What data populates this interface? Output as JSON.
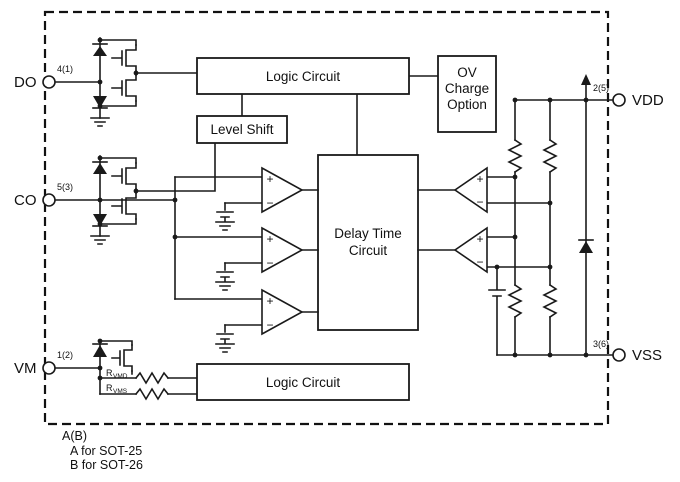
{
  "diagram": {
    "pins": {
      "do": {
        "label": "DO",
        "number": "4(1)"
      },
      "co": {
        "label": "CO",
        "number": "5(3)"
      },
      "vm": {
        "label": "VM",
        "number": "1(2)"
      },
      "vdd": {
        "label": "VDD",
        "number": "2(5)"
      },
      "vss": {
        "label": "VSS",
        "number": "3(6)"
      }
    },
    "blocks": {
      "logic_top": {
        "label": "Logic Circuit"
      },
      "ov_option": {
        "line1": "OV",
        "line2": "Charge",
        "line3": "Option"
      },
      "level_shift": {
        "label": "Level Shift"
      },
      "delay": {
        "line1": "Delay Time",
        "line2": "Circuit"
      },
      "logic_bottom": {
        "label": "Logic Circuit"
      }
    },
    "signs": {
      "plus": "+",
      "minus": "−"
    },
    "resistors": {
      "rvmd": {
        "main": "R",
        "sub": "VMD"
      },
      "rvms": {
        "main": "R",
        "sub": "VMS"
      }
    },
    "notes": {
      "line1": "A(B)",
      "line2": "A for SOT-25",
      "line3": "B for SOT-26"
    },
    "colors": {
      "line": "#1a1a1a",
      "background": "#ffffff"
    }
  }
}
